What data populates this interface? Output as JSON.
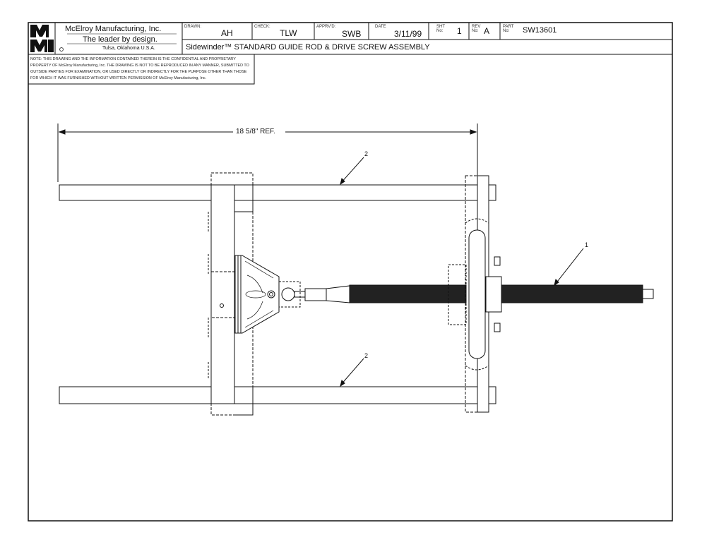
{
  "title_block": {
    "logo": "MMI",
    "company": "McElroy Manufacturing, Inc.",
    "slogan": "The leader by design.",
    "location": "Tulsa, Oklahoma U.S.A.",
    "drawn_label": "DRAWN:",
    "drawn": "AH",
    "check_label": "CHECK:",
    "check": "TLW",
    "apprvd_label": "APPRV'D:",
    "apprvd": "SWB",
    "date_label": "DATE",
    "date": "3/11/99",
    "sht_label": "SHT No:",
    "sht": "1",
    "rev_label": "REV No:",
    "rev": "A",
    "part_label": "PART No:",
    "part": "SW13601",
    "title": "Sidewinder™ STANDARD GUIDE ROD & DRIVE SCREW ASSEMBLY"
  },
  "note": "NOTE: THIS DRAWING AND THE INFORMATION CONTAINED THEREIN IS THE CONFIDENTIAL AND PROPRIETARY PROPERTY OF McElroy Manufacturing, Inc. THE DRAWING IS NOT TO BE REPRODUCED IN ANY MANNER, SUBMITTED TO OUTSIDE PARTIES FOR EXAMINATION, OR USED DIRECTLY OR INDIRECTLY FOR THE PURPOSE OTHER THAN THOSE FOR WHICH IT WAS FURNISHED WITHOUT WRITTEN PERMISSION OF McElroy Manufacturing, Inc.",
  "drawing": {
    "dimension": "18 5/8\" REF.",
    "balloons": [
      "2",
      "1",
      "2"
    ]
  }
}
